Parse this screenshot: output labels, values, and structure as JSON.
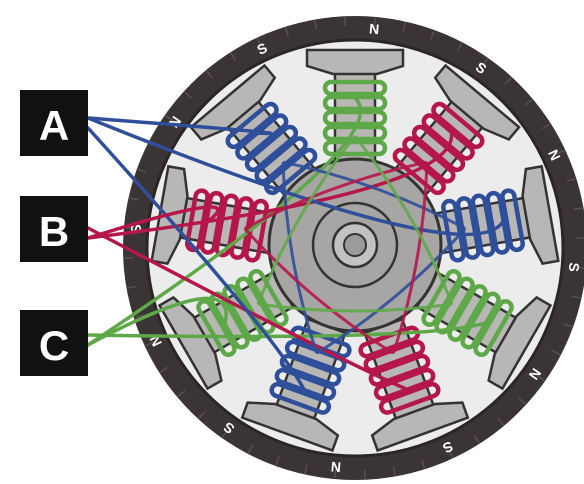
{
  "phases": [
    {
      "key": "A",
      "label": "A",
      "color": "#2f4f9a"
    },
    {
      "key": "B",
      "label": "B",
      "color": "#b5174a"
    },
    {
      "key": "C",
      "label": "C",
      "color": "#5fa84a"
    }
  ],
  "magnet_poles": [
    "N",
    "S",
    "N",
    "S",
    "N",
    "S",
    "N",
    "S",
    "N",
    "S",
    "N",
    "S"
  ],
  "colors": {
    "ring": "#3a3434",
    "stator": "#ececec",
    "pole": "#b9b7b5",
    "rotor": "#a8a6a4",
    "label_box": "#111111"
  },
  "coil_phase_order": [
    "C",
    "B",
    "A",
    "C",
    "B",
    "A",
    "C",
    "B",
    "A"
  ]
}
